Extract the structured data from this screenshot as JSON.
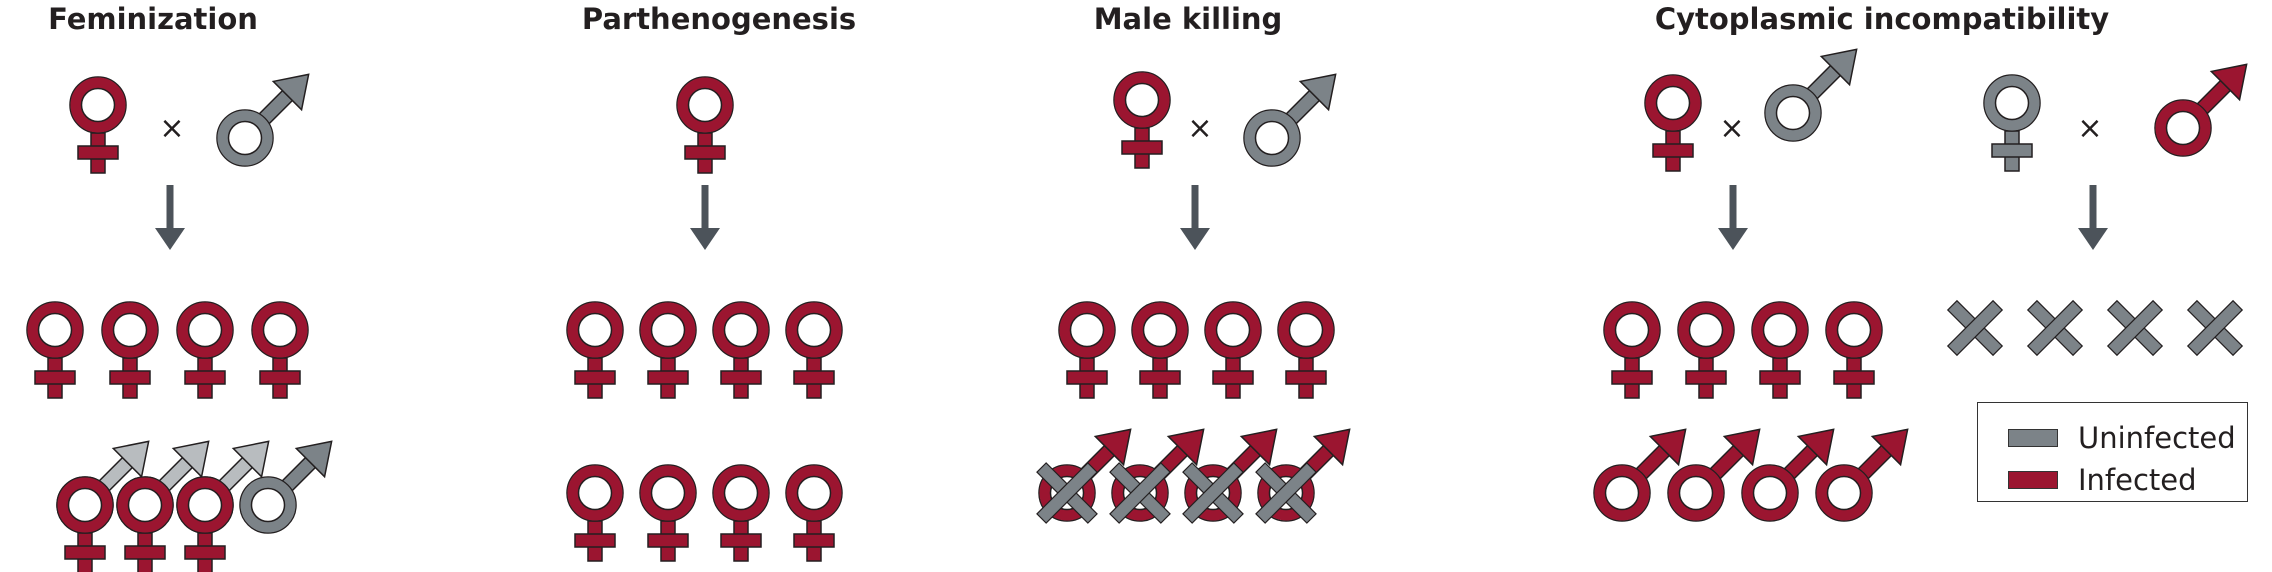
{
  "panels": {
    "feminization": "Feminization",
    "parthenogenesis": "Parthenogenesis",
    "male_killing": "Male killing",
    "cytoplasmic_incompatibility": "Cytoplasmic incompatibility"
  },
  "cross_symbol": "×",
  "legend": {
    "uninfected": "Uninfected",
    "infected": "Infected"
  },
  "colors": {
    "infected": "#9b1530",
    "uninfected": "#7c8388",
    "feminized_arrow": "#b8bcbf",
    "arrow": "#4c535a",
    "outline": "#231f20"
  }
}
